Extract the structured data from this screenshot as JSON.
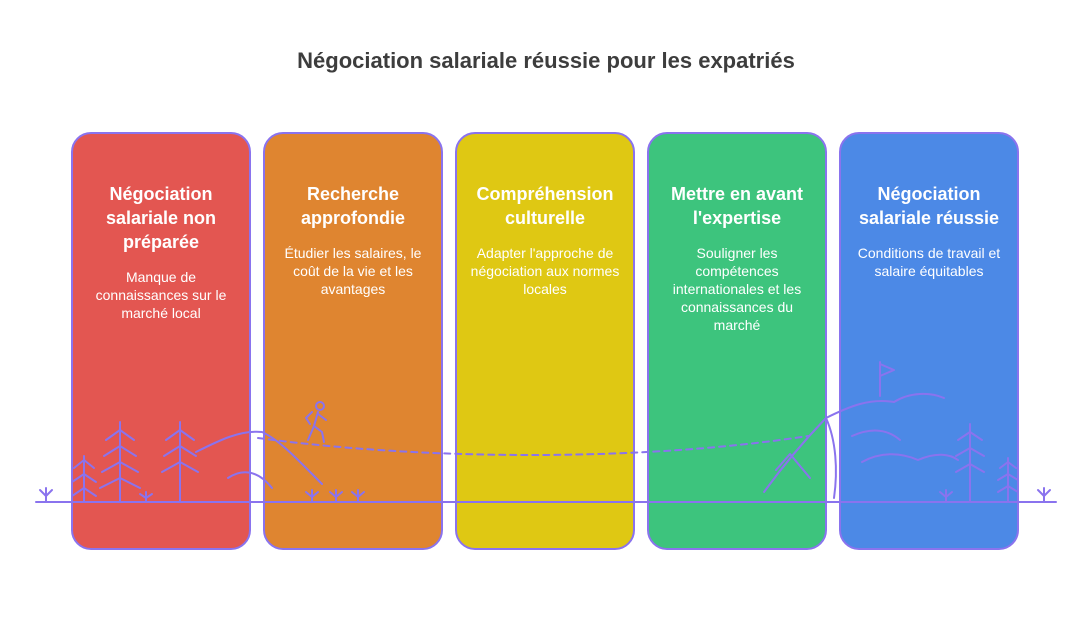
{
  "title": "Négociation salariale réussie pour les expatriés",
  "stages": [
    {
      "title": "Négociation salariale non préparée",
      "description": "Manque de connaissances sur le marché local",
      "color": "#e35651"
    },
    {
      "title": "Recherche approfondie",
      "description": "Étudier les salaires, le coût de la vie et les avantages",
      "color": "#df8530"
    },
    {
      "title": "Compréhension culturelle",
      "description": "Adapter l'approche de négociation aux normes locales",
      "color": "#dfc813"
    },
    {
      "title": "Mettre en avant l'expertise",
      "description": "Souligner les compétences internationales et les connaissances du marché",
      "color": "#3dc47d"
    },
    {
      "title": "Négociation salariale réussie",
      "description": "Conditions de travail et salaire équitables",
      "color": "#4c89e6"
    }
  ],
  "icons": [
    "hiker-icon",
    "flag-icon",
    "pine-tree-icon",
    "grass-sprout-icon",
    "mountain-icon"
  ],
  "line_color": "#8a73ee"
}
